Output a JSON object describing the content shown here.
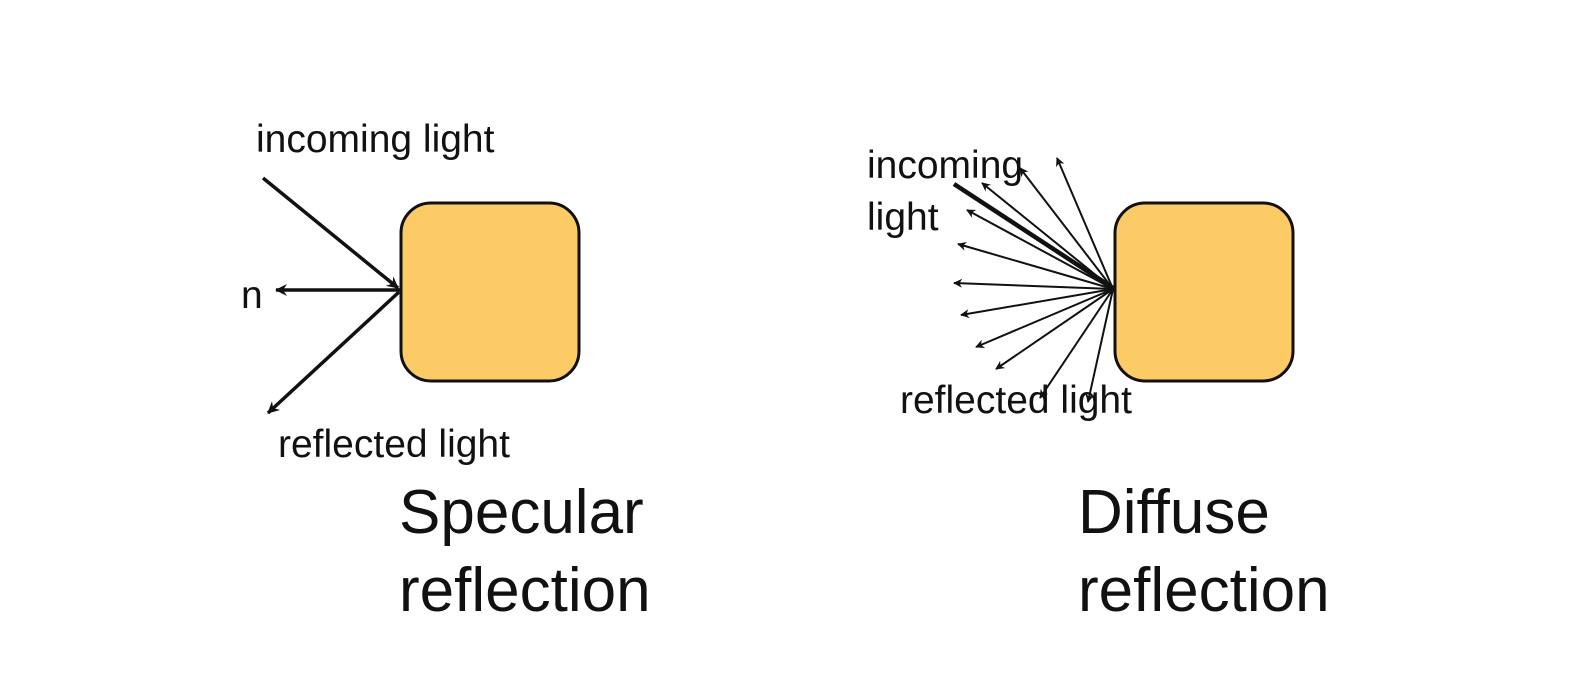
{
  "colors": {
    "object_fill": "#FDCB66",
    "stroke": "#111111",
    "background": "#FFFFFF"
  },
  "specular": {
    "incoming_label": "incoming light",
    "normal_label": "n",
    "reflected_label": "reflected light",
    "title_line1": "Specular",
    "title_line2": "reflection"
  },
  "diffuse": {
    "incoming_label_line1": "incoming",
    "incoming_label_line2": "light",
    "reflected_label": "reflected light",
    "title_line1": "Diffuse",
    "title_line2": "reflection"
  }
}
